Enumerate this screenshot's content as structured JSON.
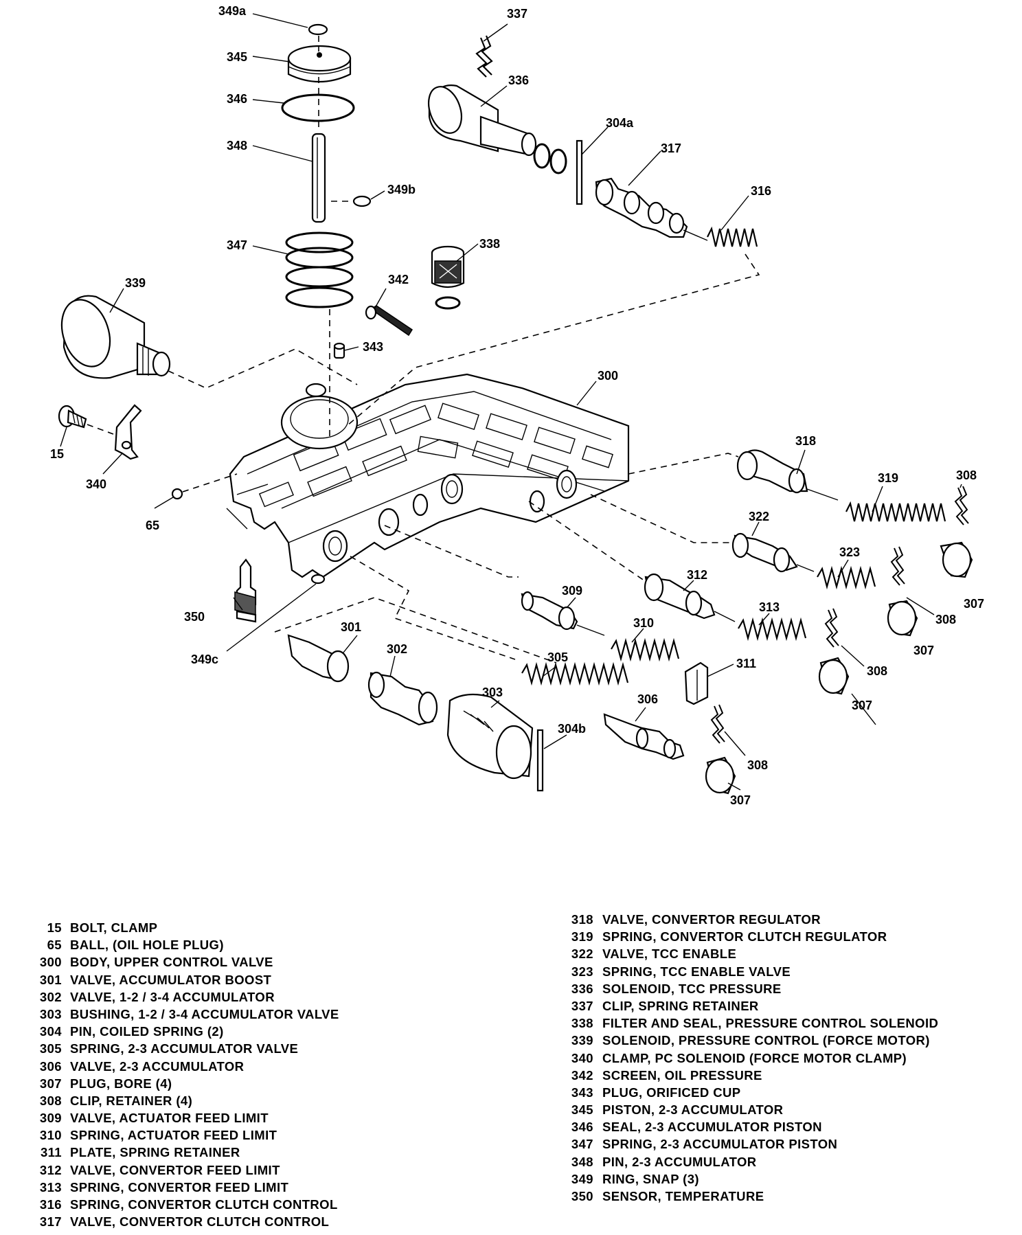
{
  "callouts": {
    "c349a": "349a",
    "c345": "345",
    "c346": "346",
    "c348": "348",
    "c349b": "349b",
    "c347": "347",
    "c337": "337",
    "c336": "336",
    "c304a": "304a",
    "c317": "317",
    "c316": "316",
    "c338": "338",
    "c342": "342",
    "c339": "339",
    "c343": "343",
    "c300": "300",
    "c15": "15",
    "c340": "340",
    "c65": "65",
    "c318": "318",
    "c319": "319",
    "c308a": "308",
    "c322": "322",
    "c323": "323",
    "c307a": "307",
    "c308b": "308",
    "c312": "312",
    "c313": "313",
    "c307b": "307",
    "c309": "309",
    "c310": "310",
    "c311": "311",
    "c308c": "308",
    "c307c": "307",
    "c350": "350",
    "c349c": "349c",
    "c301": "301",
    "c302": "302",
    "c305": "305",
    "c303": "303",
    "c306": "306",
    "c304b": "304b",
    "c308d": "308",
    "c307d": "307"
  },
  "legend_left": [
    {
      "num": "15",
      "desc": "BOLT, CLAMP"
    },
    {
      "num": "65",
      "desc": "BALL, (OIL HOLE PLUG)"
    },
    {
      "num": "300",
      "desc": "BODY, UPPER CONTROL VALVE"
    },
    {
      "num": "301",
      "desc": "VALVE, ACCUMULATOR BOOST"
    },
    {
      "num": "302",
      "desc": "VALVE, 1-2 / 3-4 ACCUMULATOR"
    },
    {
      "num": "303",
      "desc": "BUSHING, 1-2 / 3-4 ACCUMULATOR VALVE"
    },
    {
      "num": "304",
      "desc": "PIN, COILED SPRING (2)"
    },
    {
      "num": "305",
      "desc": "SPRING, 2-3 ACCUMULATOR VALVE"
    },
    {
      "num": "306",
      "desc": "VALVE, 2-3 ACCUMULATOR"
    },
    {
      "num": "307",
      "desc": "PLUG, BORE (4)"
    },
    {
      "num": "308",
      "desc": "CLIP, RETAINER (4)"
    },
    {
      "num": "309",
      "desc": "VALVE, ACTUATOR FEED LIMIT"
    },
    {
      "num": "310",
      "desc": "SPRING, ACTUATOR FEED LIMIT"
    },
    {
      "num": "311",
      "desc": "PLATE, SPRING RETAINER"
    },
    {
      "num": "312",
      "desc": "VALVE, CONVERTOR FEED LIMIT"
    },
    {
      "num": "313",
      "desc": "SPRING, CONVERTOR FEED LIMIT"
    },
    {
      "num": "316",
      "desc": "SPRING, CONVERTOR CLUTCH CONTROL"
    },
    {
      "num": "317",
      "desc": "VALVE, CONVERTOR CLUTCH CONTROL"
    }
  ],
  "legend_right": [
    {
      "num": "318",
      "desc": "VALVE, CONVERTOR REGULATOR"
    },
    {
      "num": "319",
      "desc": "SPRING, CONVERTOR CLUTCH REGULATOR"
    },
    {
      "num": "322",
      "desc": "VALVE, TCC ENABLE"
    },
    {
      "num": "323",
      "desc": "SPRING, TCC ENABLE VALVE"
    },
    {
      "num": "336",
      "desc": "SOLENOID, TCC PRESSURE"
    },
    {
      "num": "337",
      "desc": "CLIP, SPRING RETAINER"
    },
    {
      "num": "338",
      "desc": "FILTER AND SEAL, PRESSURE CONTROL SOLENOID"
    },
    {
      "num": "339",
      "desc": "SOLENOID, PRESSURE CONTROL (FORCE MOTOR)"
    },
    {
      "num": "340",
      "desc": "CLAMP, PC SOLENOID (FORCE MOTOR CLAMP)"
    },
    {
      "num": "342",
      "desc": "SCREEN, OIL PRESSURE"
    },
    {
      "num": "343",
      "desc": "PLUG, ORIFICED CUP"
    },
    {
      "num": "345",
      "desc": "PISTON, 2-3 ACCUMULATOR"
    },
    {
      "num": "346",
      "desc": "SEAL, 2-3 ACCUMULATOR PISTON"
    },
    {
      "num": "347",
      "desc": "SPRING, 2-3 ACCUMULATOR PISTON"
    },
    {
      "num": "348",
      "desc": "PIN, 2-3 ACCUMULATOR"
    },
    {
      "num": "349",
      "desc": "RING, SNAP (3)"
    },
    {
      "num": "350",
      "desc": "SENSOR, TEMPERATURE"
    }
  ]
}
